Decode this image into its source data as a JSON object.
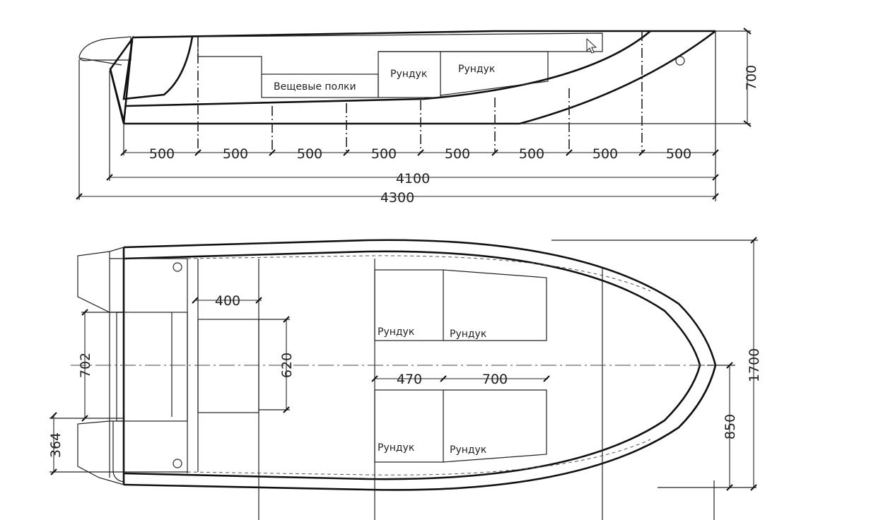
{
  "side_view": {
    "stations": [
      "500",
      "500",
      "500",
      "500",
      "500",
      "500",
      "500",
      "500"
    ],
    "length_hull": "4100",
    "length_total": "4300",
    "height": "700",
    "labels": {
      "shelves": "Вещевые полки",
      "chest1": "Рундук",
      "chest2": "Рундук"
    }
  },
  "plan_view": {
    "dims": {
      "d400": "400",
      "d620": "620",
      "d702": "702",
      "d364": "364",
      "d470": "470",
      "d700": "700",
      "d850": "850",
      "d1700": "1700"
    },
    "labels": {
      "chest_tl": "Рундук",
      "chest_tr": "Рундук",
      "chest_bl": "Рундук",
      "chest_br": "Рундук"
    }
  },
  "icons": {
    "cursor": "mouse-pointer-icon"
  }
}
